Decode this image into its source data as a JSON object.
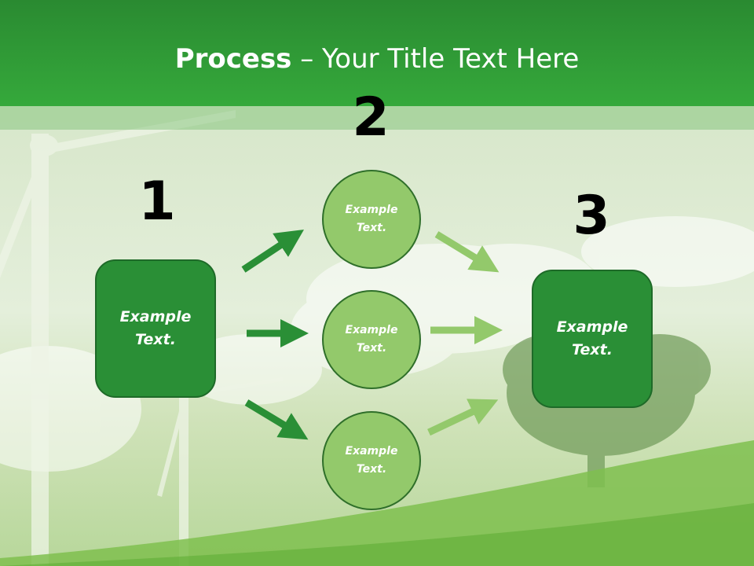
{
  "title": {
    "bold": "Process",
    "rest": " – Your Title Text Here"
  },
  "steps": {
    "step1_number": "1",
    "step2_number": "2",
    "step3_number": "3"
  },
  "boxes": {
    "left": "Example Text.",
    "right": "Example Text."
  },
  "circles": [
    "Example Text.",
    "Example Text.",
    "Example Text."
  ],
  "colors": {
    "header": "#35a93b",
    "box": "#2a8f36",
    "circle": "#93c96b",
    "arrow_dark": "#2a8f36",
    "arrow_light": "#93c96b"
  }
}
